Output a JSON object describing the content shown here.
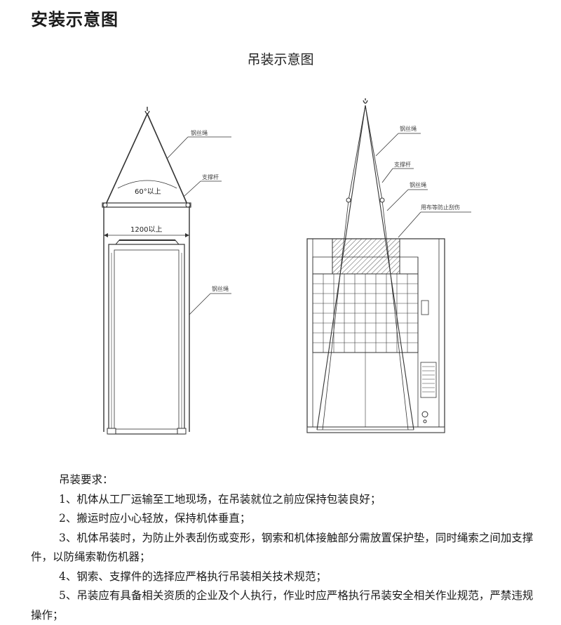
{
  "page_title": "安装示意图",
  "figure": {
    "title": "吊装示意图",
    "left": {
      "label_wire_top": "钢丝绳",
      "label_support": "支撑杆",
      "label_angle": "60°以上",
      "label_width": "1200以上",
      "label_wire_bottom": "钢丝绳"
    },
    "right": {
      "label_wire_top": "钢丝绳",
      "label_support": "支撑杆",
      "label_wire_mid": "钢丝绳",
      "label_cloth": "用布等防止刮伤"
    }
  },
  "requirements": {
    "heading": "吊装要求：",
    "items": [
      "1、机体从工厂运输至工地现场，在吊装就位之前应保持包装良好；",
      "2、搬运时应小心轻放，保持机体垂直；",
      "3、机体吊装时，为防止外表刮伤或变形，钢索和机体接触部分需放置保护垫，同时绳索之间加支撑件，以防绳索勒伤机器；",
      "4、钢索、支撑件的选择应严格执行吊装相关技术规范；",
      "5、吊装应有具备相关资质的企业及个人执行，作业时应严格执行吊装安全相关作业规范，严禁违规操作；"
    ]
  }
}
